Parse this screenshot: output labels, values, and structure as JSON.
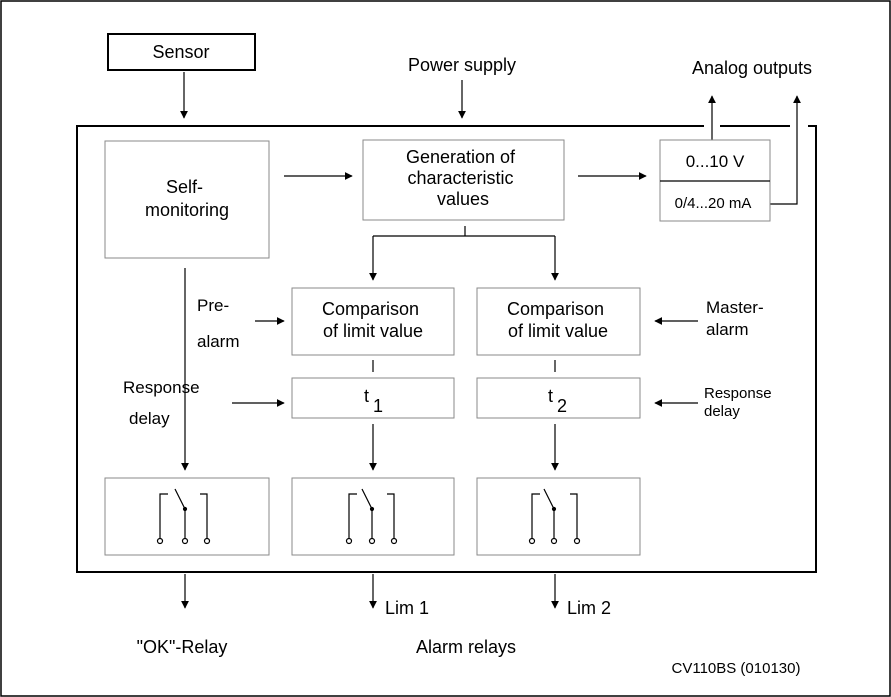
{
  "labels": {
    "sensor": "Sensor",
    "power_supply": "Power supply",
    "analog_outputs": "Analog outputs",
    "self_monitoring": [
      "Self-",
      "monitoring"
    ],
    "generation": [
      "Generation of",
      "characteristic",
      "values"
    ],
    "out_voltage": "0...10 V",
    "out_current": "0/4...20 mA",
    "comparison": [
      "Comparison",
      "of limit value"
    ],
    "pre_alarm": [
      "Pre-",
      "alarm"
    ],
    "master_alarm": [
      "Master-",
      "alarm"
    ],
    "response_delay_left": [
      "Response",
      "delay"
    ],
    "response_delay_right": [
      "Response",
      "delay"
    ],
    "t1": "t",
    "t1_sub": "1",
    "t2": "t",
    "t2_sub": "2",
    "lim1": "Lim 1",
    "lim2": "Lim 2",
    "ok_relay": "\"OK\"-Relay",
    "alarm_relays": "Alarm relays",
    "code": "CV110BS (010130)"
  }
}
